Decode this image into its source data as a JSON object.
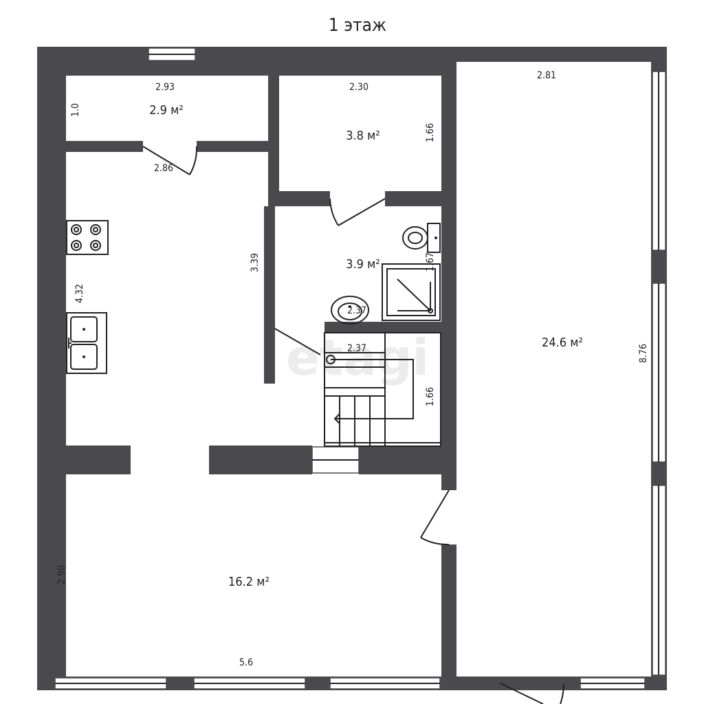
{
  "title": "1 этаж",
  "watermark": "etagi",
  "rooms": [
    {
      "id": "pantry",
      "area": "2.9 м²",
      "width": "2.93",
      "depth": "1.0"
    },
    {
      "id": "room-top-middle",
      "area": "3.8 м²",
      "width": "2.30",
      "depth": "1.66"
    },
    {
      "id": "bathroom",
      "area": "3.9 м²",
      "width": "2.37",
      "depth": "1.67"
    },
    {
      "id": "stair-hall",
      "width": "2.37",
      "depth": "1.66"
    },
    {
      "id": "kitchen",
      "width": "2.86",
      "depth": "4.32",
      "depth_right": "3.39"
    },
    {
      "id": "large-room",
      "area": "24.6 м²",
      "width": "2.81",
      "depth": "8.76"
    },
    {
      "id": "living-room",
      "area": "16.2 м²",
      "width": "5.6",
      "depth": "2.90"
    }
  ]
}
